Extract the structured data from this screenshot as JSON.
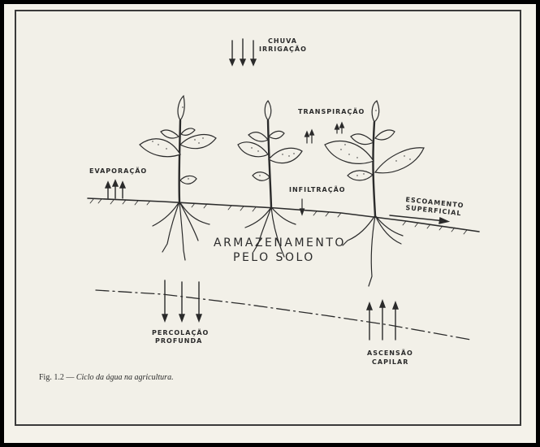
{
  "labels": {
    "chuva": "CHUVA",
    "irrigacao": "IRRIGAÇÃO",
    "transpiracao": "TRANSPIRAÇÃO",
    "evaporacao": "EVAPORAÇÃO",
    "infiltracao": "INFILTRAÇÃO",
    "escoamento": "ESCOAMENTO",
    "superficial": "SUPERFICIAL",
    "armazenamento": "ARMAZENAMENTO",
    "pelo_solo": "PELO SOLO",
    "percolacao": "PERCOLAÇÃO",
    "profunda": "PROFUNDA",
    "ascensao": "ASCENSÃO",
    "capilar": "CAPILAR"
  },
  "caption": {
    "prefix": "Fig. 1.2 — ",
    "text": "Ciclo da água na agricultura."
  },
  "colors": {
    "ink": "#2b2b2b",
    "paper": "#f2f0e8",
    "frame": "#000000"
  }
}
